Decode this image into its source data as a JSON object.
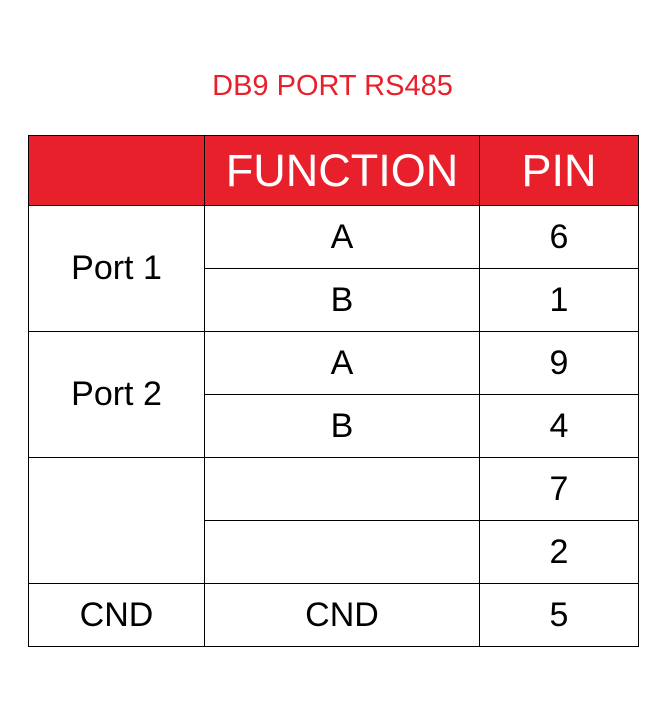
{
  "title": "DB9 PORT RS485",
  "colors": {
    "header_bg": "#e8202c",
    "title_text": "#e8202c",
    "header_text": "#ffffff",
    "border": "#000000"
  },
  "table": {
    "headers": [
      "",
      "FUNCTION",
      "PIN"
    ],
    "groups": [
      {
        "label": "Port 1",
        "rows": [
          {
            "function": "A",
            "pin": "6"
          },
          {
            "function": "B",
            "pin": "1"
          }
        ]
      },
      {
        "label": "Port 2",
        "rows": [
          {
            "function": "A",
            "pin": "9"
          },
          {
            "function": "B",
            "pin": "4"
          }
        ]
      },
      {
        "label": "",
        "rows": [
          {
            "function": "",
            "pin": "7"
          },
          {
            "function": "",
            "pin": "2"
          }
        ]
      },
      {
        "label": "CND",
        "rows": [
          {
            "function": "CND",
            "pin": "5"
          }
        ]
      }
    ]
  }
}
